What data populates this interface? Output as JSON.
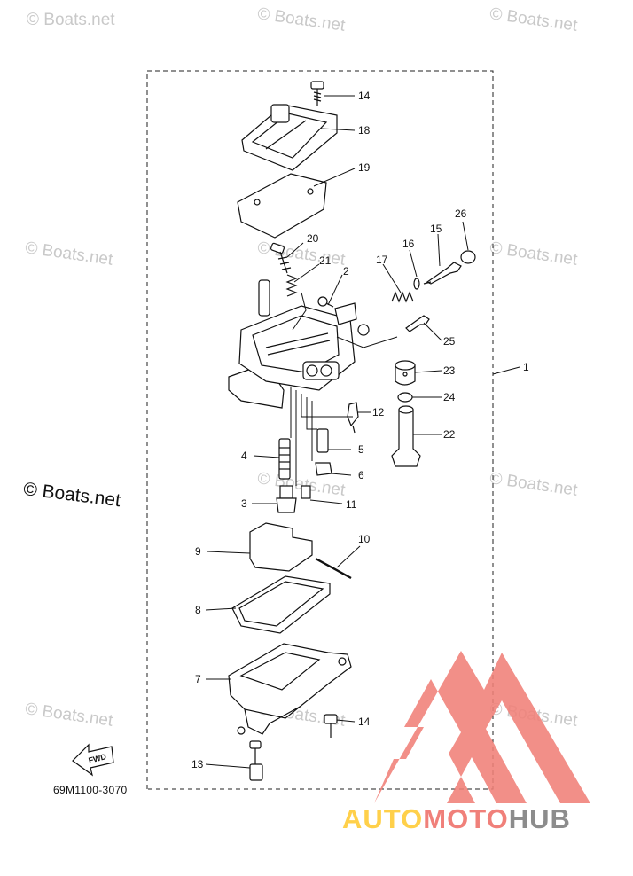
{
  "watermark": {
    "text": "© Boats.net",
    "large_text": "© Boats.net"
  },
  "diagram_code": "69M1100-3070",
  "fwd_label": "FWD",
  "callouts": [
    "14",
    "18",
    "19",
    "20",
    "21",
    "2",
    "17",
    "16",
    "15",
    "26",
    "25",
    "23",
    "1",
    "24",
    "12",
    "22",
    "4",
    "5",
    "6",
    "3",
    "11",
    "9",
    "10",
    "8",
    "7",
    "14",
    "13"
  ],
  "brand_logo": {
    "part1": "AUTO",
    "part2": "MOTO",
    "part3": "HUB",
    "colors": {
      "part1": "#ffd04a",
      "part2": "#f0807a",
      "part3": "#8c8c8c",
      "triangle": "#f08078"
    }
  }
}
